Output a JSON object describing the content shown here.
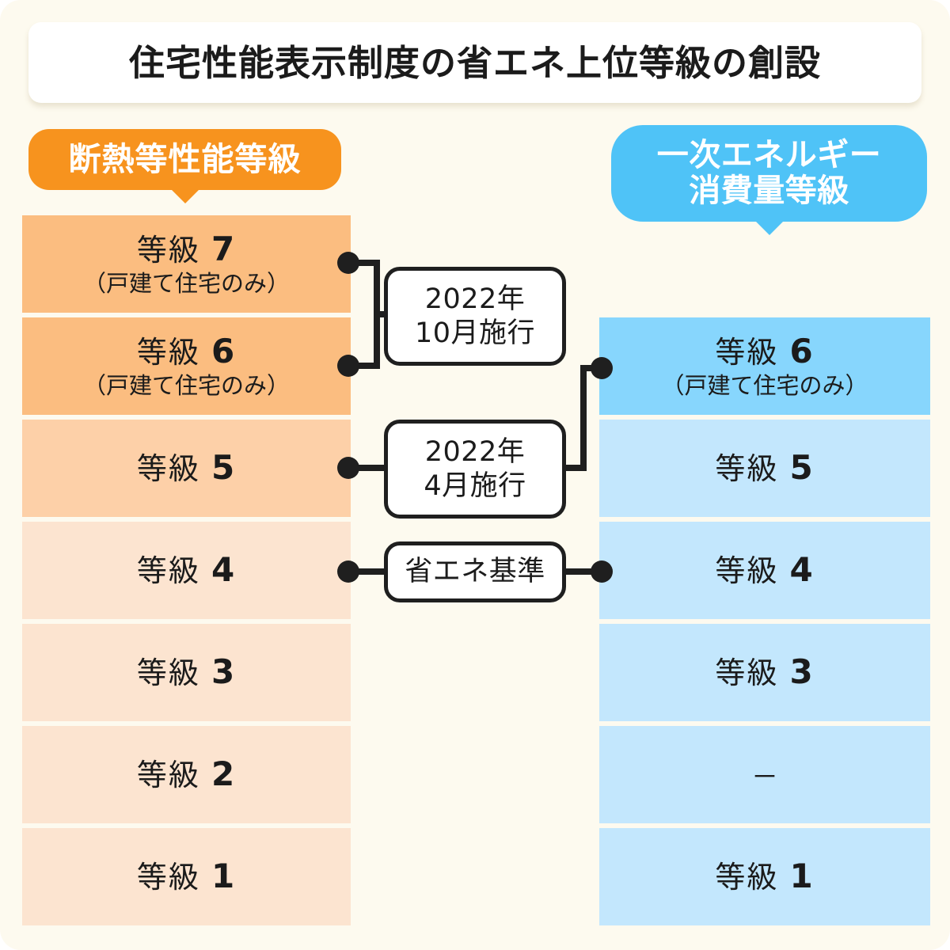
{
  "page": {
    "background_color": "#fdfaef",
    "title": "住宅性能表示制度の省エネ上位等級の創設"
  },
  "columns": {
    "left": {
      "badge_label": "断熱等性能等級",
      "badge_color": "#f7931e",
      "rows": [
        {
          "main": "等級",
          "num": "7",
          "sub": "（戸建て住宅のみ）",
          "color": "#fbbd80"
        },
        {
          "main": "等級",
          "num": "6",
          "sub": "（戸建て住宅のみ）",
          "color": "#fbbd80"
        },
        {
          "main": "等級",
          "num": "5",
          "sub": "",
          "color": "#fdd0a8"
        },
        {
          "main": "等級",
          "num": "4",
          "sub": "",
          "color": "#fce4d0"
        },
        {
          "main": "等級",
          "num": "3",
          "sub": "",
          "color": "#fce4d0"
        },
        {
          "main": "等級",
          "num": "2",
          "sub": "",
          "color": "#fce4d0"
        },
        {
          "main": "等級",
          "num": "1",
          "sub": "",
          "color": "#fce4d0"
        }
      ]
    },
    "right": {
      "badge_label_line1": "一次エネルギー",
      "badge_label_line2": "消費量等級",
      "badge_color": "#4fc3f7",
      "rows": [
        {
          "main": "等級",
          "num": "6",
          "sub": "（戸建て住宅のみ）",
          "color": "#87d6fd"
        },
        {
          "main": "等級",
          "num": "5",
          "sub": "",
          "color": "#c3e7fd"
        },
        {
          "main": "等級",
          "num": "4",
          "sub": "",
          "color": "#c3e7fd"
        },
        {
          "main": "等級",
          "num": "3",
          "sub": "",
          "color": "#c3e7fd"
        },
        {
          "main": "－",
          "num": "",
          "sub": "",
          "color": "#c3e7fd"
        },
        {
          "main": "等級",
          "num": "1",
          "sub": "",
          "color": "#c3e7fd"
        }
      ]
    }
  },
  "connectors": [
    {
      "line1": "2022年",
      "line2": "10月施行"
    },
    {
      "line1": "2022年",
      "line2": "4月施行"
    },
    {
      "line1": "省エネ基準",
      "line2": ""
    }
  ]
}
